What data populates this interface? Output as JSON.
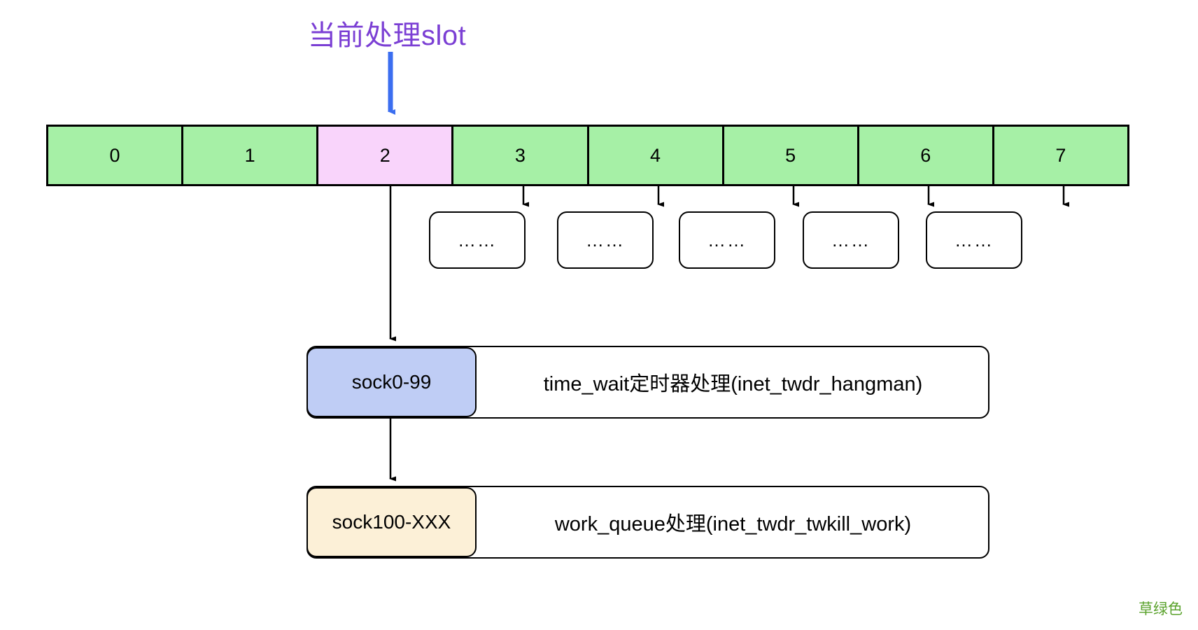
{
  "title": {
    "label": "当前处理slot",
    "color": "#7b3fd4"
  },
  "pointer_arrow": {
    "color": "#3b6ef0",
    "points_to_slot": "2"
  },
  "slots": {
    "cells": [
      {
        "label": "0",
        "state": "idle"
      },
      {
        "label": "1",
        "state": "idle"
      },
      {
        "label": "2",
        "state": "active"
      },
      {
        "label": "3",
        "state": "idle"
      },
      {
        "label": "4",
        "state": "idle"
      },
      {
        "label": "5",
        "state": "idle"
      },
      {
        "label": "6",
        "state": "idle"
      },
      {
        "label": "7",
        "state": "idle"
      }
    ],
    "idle_color": "#a6f0a6",
    "active_color": "#f9d4fb",
    "border_color": "#000000"
  },
  "dots_boxes": [
    {
      "label": "……",
      "from_slot": "3"
    },
    {
      "label": "……",
      "from_slot": "4"
    },
    {
      "label": "……",
      "from_slot": "5"
    },
    {
      "label": "……",
      "from_slot": "6"
    },
    {
      "label": "……",
      "from_slot": "7"
    }
  ],
  "rows": [
    {
      "tag": "sock0-99",
      "tag_color": "#bfcdf5",
      "text": "time_wait定时器处理(inet_twdr_hangman)"
    },
    {
      "tag": "sock100-XXX",
      "tag_color": "#fcf0d7",
      "text": "work_queue处理(inet_twdr_twkill_work)"
    }
  ],
  "watermark": {
    "label": "草绿色",
    "color": "#5aa22c"
  }
}
